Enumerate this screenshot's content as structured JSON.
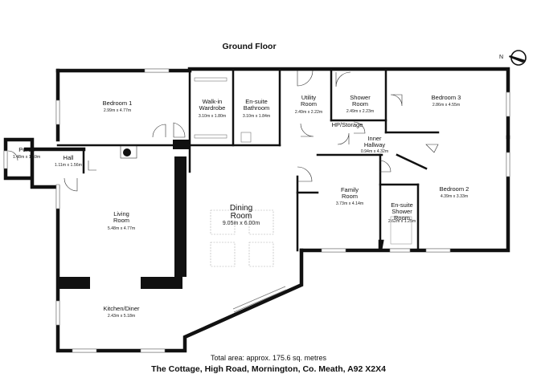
{
  "floor_title": "Ground Floor",
  "compass_label": "N",
  "rooms": [
    {
      "name": "Bedroom 1",
      "dims": "2.99m x 4.77m"
    },
    {
      "name": "Walk-in Wardrobe",
      "dims": "3.10m x 1.80m"
    },
    {
      "name": "En-suite Bathroom",
      "dims": "3.10m x 1.84m"
    },
    {
      "name": "Utility Room",
      "dims": "2.49m x 2.22m"
    },
    {
      "name": "Shower Room",
      "dims": "2.49m x 2.23m"
    },
    {
      "name": "Bedroom 3",
      "dims": "2.86m x 4.55m"
    },
    {
      "name": "Porch",
      "dims": "1.48m x 1.59m"
    },
    {
      "name": "Hall",
      "dims": "1.11m x 1.56m"
    },
    {
      "name": "HP/Storage",
      "dims": ""
    },
    {
      "name": "Inner Hallway",
      "dims": "0.94m x 4.32m"
    },
    {
      "name": "Bedroom 2",
      "dims": "4.39m x 3.33m"
    },
    {
      "name": "Family Room",
      "dims": "3.73m x 4.14m"
    },
    {
      "name": "En-suite Shower Room",
      "dims": "2.62m x 1.25m"
    },
    {
      "name": "Dining Room",
      "dims": "9.05m x 6.00m"
    },
    {
      "name": "Living Room",
      "dims": "5.48m x 4.77m"
    },
    {
      "name": "Kitchen/Diner",
      "dims": "2.43m x 5.18m"
    }
  ],
  "total_area": "Total area: approx. 175.6 sq. metres",
  "address": "The Cottage, High Road, Mornington, Co. Meath, A92 X2X4"
}
